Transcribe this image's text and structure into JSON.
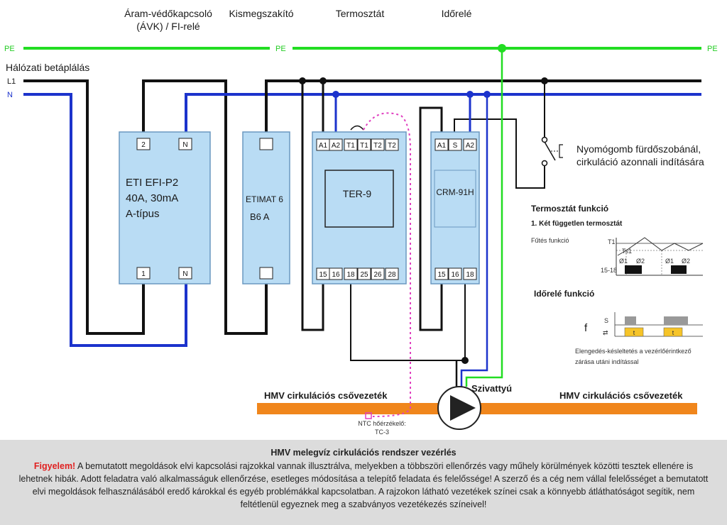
{
  "header_labels": {
    "avk_line1": "Áram-védőkapcsoló",
    "avk_line2": "(ÁVK) / FI-relé",
    "breaker": "Kismegszakító",
    "thermostat": "Termosztát",
    "timer": "Időrelé"
  },
  "lines": {
    "pe_left": "PE",
    "pe_mid": "PE",
    "pe_right": "PE",
    "supply": "Hálózati betáplálás",
    "l1": "L1",
    "n": "N"
  },
  "colors": {
    "pe": "#22dd22",
    "neutral": "#1c33cc",
    "phase": "#111111",
    "device": "#b9dcf4",
    "pipe": "#f0861c",
    "sensor": "#e040c0"
  },
  "devices": {
    "rcd": {
      "name": "ETI EFI-P2",
      "rating": "40A, 30mA",
      "type": "A-típus",
      "top_terminals": [
        "2",
        "N"
      ],
      "bottom_terminals": [
        "1",
        "N"
      ]
    },
    "mcb": {
      "name": "ETIMAT 6",
      "rating": "B6 A"
    },
    "ter9": {
      "name": "TER-9",
      "top_terminals": [
        "A1",
        "A2",
        "T1",
        "T1",
        "T2",
        "T2"
      ],
      "bottom_terminals": [
        "15",
        "16",
        "18",
        "25",
        "26",
        "28"
      ]
    },
    "crm": {
      "name": "CRM-91H",
      "top_terminals": [
        "A1",
        "S",
        "A2"
      ],
      "bottom_terminals": [
        "15",
        "16",
        "18"
      ]
    }
  },
  "pushbutton": {
    "line1": "Nyomógomb fürdőszobánál,",
    "line2": "cirkuláció azonnali indítására"
  },
  "thermostat_function": {
    "title": "Termosztát funkció",
    "subtitle": "1. Két független termosztát",
    "heating": "Fűtés funkció",
    "t1": "T1",
    "ts1": "Ts1",
    "relay": "15-18",
    "d1": "Ø1",
    "d2": "Ø2"
  },
  "timer_function": {
    "title": "Időrelé funkció",
    "f": "f",
    "s": "S",
    "t": "t",
    "desc_line1": "Elengedés-késleltetés a vezérlőérintkező",
    "desc_line2": "zárása utáni indítással"
  },
  "pipe": {
    "left_label": "HMV cirkulációs csővezeték",
    "right_label": "HMV cirkulációs csővezeték",
    "pump": "Szivattyú",
    "sensor_line1": "NTC hőérzékelő:",
    "sensor_line2": "TC-3"
  },
  "footer": {
    "title": "HMV melegvíz cirkulációs rendszer vezérlés",
    "warning_label": "Figyelem!",
    "text": " A bemutatott megoldások elvi kapcsolási rajzokkal vannak illusztrálva, melyekben a többszöri ellenőrzés vagy műhely körülmények közötti tesztek ellenére is lehetnek hibák. Adott feladatra való alkalmasságuk ellenőrzése, esetleges módosítása a telepítő feladata és felelőssége! A szerző és a cég nem vállal felelősséget a bemutatott elvi megoldások felhasználásából eredő károkkal és egyéb problémákkal kapcsolatban. A rajzokon látható vezetékek színei csak a könnyebb átláthatóságot segítik, nem feltétlenül egyeznek meg a szabványos vezetékezés színeivel!"
  }
}
